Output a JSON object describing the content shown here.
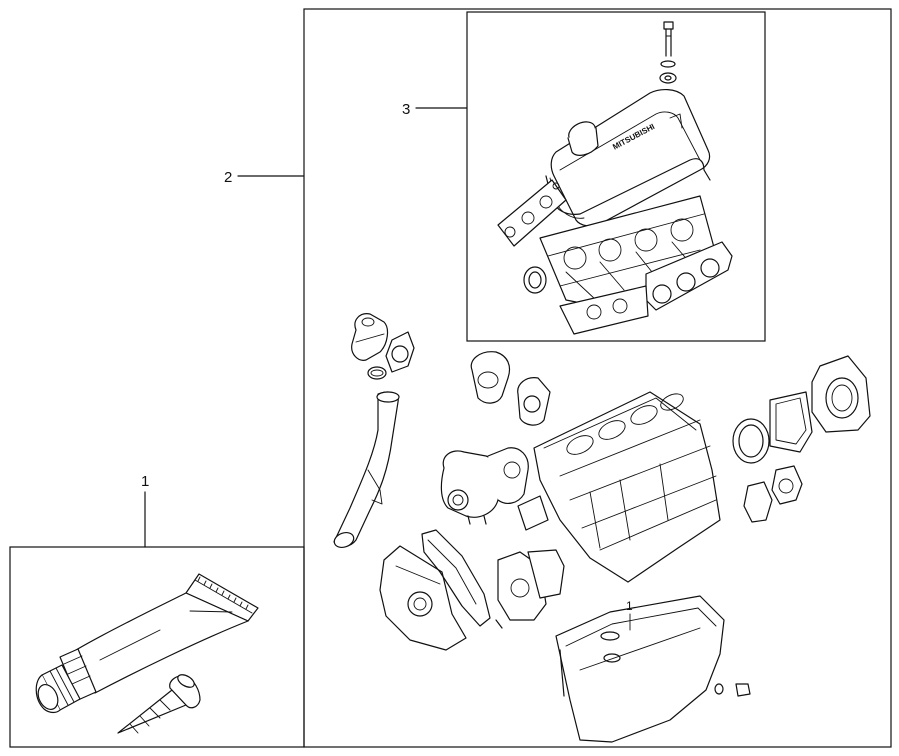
{
  "callouts": {
    "item_1": "1",
    "item_2": "2",
    "item_3": "3"
  },
  "part_marks": {
    "oil_pan_label": "1",
    "valve_cover_brand": "MITSUBISHI"
  },
  "icons": [
    "sealant-tube-icon",
    "nozzle-icon",
    "valve-cover-icon",
    "cylinder-head-icon",
    "engine-block-icon",
    "oil-pan-icon",
    "water-pump-icon",
    "coolant-pipe-icon",
    "gasket-icon",
    "oil-seal-icon",
    "bolt-icon"
  ],
  "colors": {
    "ink": "#111111",
    "background": "#ffffff"
  }
}
